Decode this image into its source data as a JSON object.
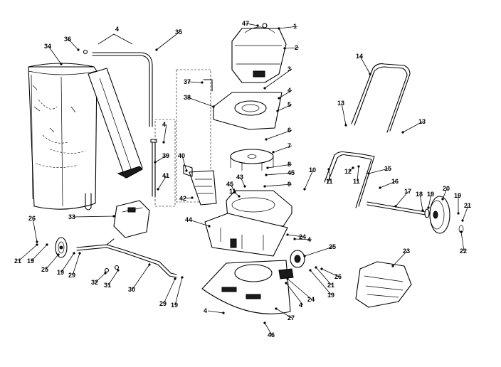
{
  "diagram": {
    "callouts": [
      {
        "id": "c-47",
        "text": "47"
      },
      {
        "id": "c-1",
        "text": "1"
      },
      {
        "id": "c-2",
        "text": "2"
      },
      {
        "id": "c-4a",
        "text": "4"
      },
      {
        "id": "c-36",
        "text": "36"
      },
      {
        "id": "c-35",
        "text": "35"
      },
      {
        "id": "c-34",
        "text": "34"
      },
      {
        "id": "c-3",
        "text": "3"
      },
      {
        "id": "c-37",
        "text": "37"
      },
      {
        "id": "c-4b",
        "text": "4"
      },
      {
        "id": "c-38",
        "text": "38"
      },
      {
        "id": "c-5",
        "text": "5"
      },
      {
        "id": "c-14",
        "text": "14"
      },
      {
        "id": "c-13a",
        "text": "13"
      },
      {
        "id": "c-13b",
        "text": "13"
      },
      {
        "id": "c-6",
        "text": "6"
      },
      {
        "id": "c-4c",
        "text": "4"
      },
      {
        "id": "c-7",
        "text": "7"
      },
      {
        "id": "c-39",
        "text": "39"
      },
      {
        "id": "c-40",
        "text": "40"
      },
      {
        "id": "c-8",
        "text": "8"
      },
      {
        "id": "c-45",
        "text": "45"
      },
      {
        "id": "c-10",
        "text": "10"
      },
      {
        "id": "c-12",
        "text": "12"
      },
      {
        "id": "c-15",
        "text": "15"
      },
      {
        "id": "c-41",
        "text": "41"
      },
      {
        "id": "c-43",
        "text": "43"
      },
      {
        "id": "c-45b",
        "text": "45"
      },
      {
        "id": "c-9",
        "text": "9"
      },
      {
        "id": "c-11a",
        "text": "11"
      },
      {
        "id": "c-11b",
        "text": "11"
      },
      {
        "id": "c-11c",
        "text": "11"
      },
      {
        "id": "c-16",
        "text": "16"
      },
      {
        "id": "c-42",
        "text": "42"
      },
      {
        "id": "c-17",
        "text": "17"
      },
      {
        "id": "c-18",
        "text": "18"
      },
      {
        "id": "c-19a",
        "text": "19"
      },
      {
        "id": "c-20",
        "text": "20"
      },
      {
        "id": "c-19b",
        "text": "19"
      },
      {
        "id": "c-21a",
        "text": "21"
      },
      {
        "id": "c-33",
        "text": "33"
      },
      {
        "id": "c-44",
        "text": "44"
      },
      {
        "id": "c-26a",
        "text": "26"
      },
      {
        "id": "c-22",
        "text": "22"
      },
      {
        "id": "c-24a",
        "text": "24"
      },
      {
        "id": "c-4d",
        "text": "4"
      },
      {
        "id": "c-21b",
        "text": "21"
      },
      {
        "id": "c-19c",
        "text": "19"
      },
      {
        "id": "c-25a",
        "text": "25"
      },
      {
        "id": "c-19d",
        "text": "19"
      },
      {
        "id": "c-29a",
        "text": "29"
      },
      {
        "id": "c-25b",
        "text": "25"
      },
      {
        "id": "c-23",
        "text": "23"
      },
      {
        "id": "c-32",
        "text": "32"
      },
      {
        "id": "c-31",
        "text": "31"
      },
      {
        "id": "c-30",
        "text": "30"
      },
      {
        "id": "c-26b",
        "text": "26"
      },
      {
        "id": "c-21c",
        "text": "21"
      },
      {
        "id": "c-19e",
        "text": "19"
      },
      {
        "id": "c-24b",
        "text": "24"
      },
      {
        "id": "c-4e",
        "text": "4"
      },
      {
        "id": "c-29b",
        "text": "29"
      },
      {
        "id": "c-19f",
        "text": "19"
      },
      {
        "id": "c-27",
        "text": "27"
      },
      {
        "id": "c-4f",
        "text": "4"
      },
      {
        "id": "c-46",
        "text": "46"
      }
    ]
  }
}
